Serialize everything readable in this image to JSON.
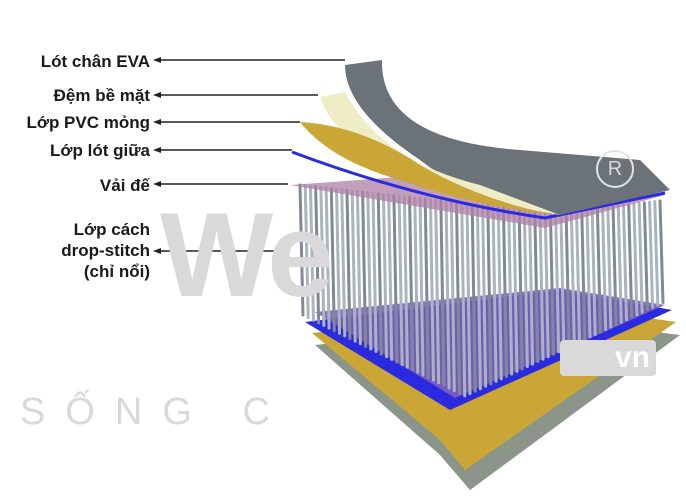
{
  "title": "Drop-stitch layer structure",
  "labels": [
    {
      "text": "Lót chân EVA"
    },
    {
      "text": "Đệm bề mặt"
    },
    {
      "text": "Lớp PVC mỏng"
    },
    {
      "text": "Lớp lót giữa"
    },
    {
      "text": "Vải đế"
    },
    {
      "text": "Lớp cách\ndrop-stitch\n(chỉ nổi)"
    }
  ],
  "watermark": {
    "brand": "We",
    "tagline": "SỐNG C",
    "domain": "vn"
  },
  "colors": {
    "eva": "#6b7278",
    "surface_pad": "#efedc6",
    "pvc": "#c9a636",
    "mid_liner": "#2a2ae0",
    "base_fabric": "#b07fa6",
    "posts": "#a9b4bd",
    "text": "#1a1a1a"
  }
}
